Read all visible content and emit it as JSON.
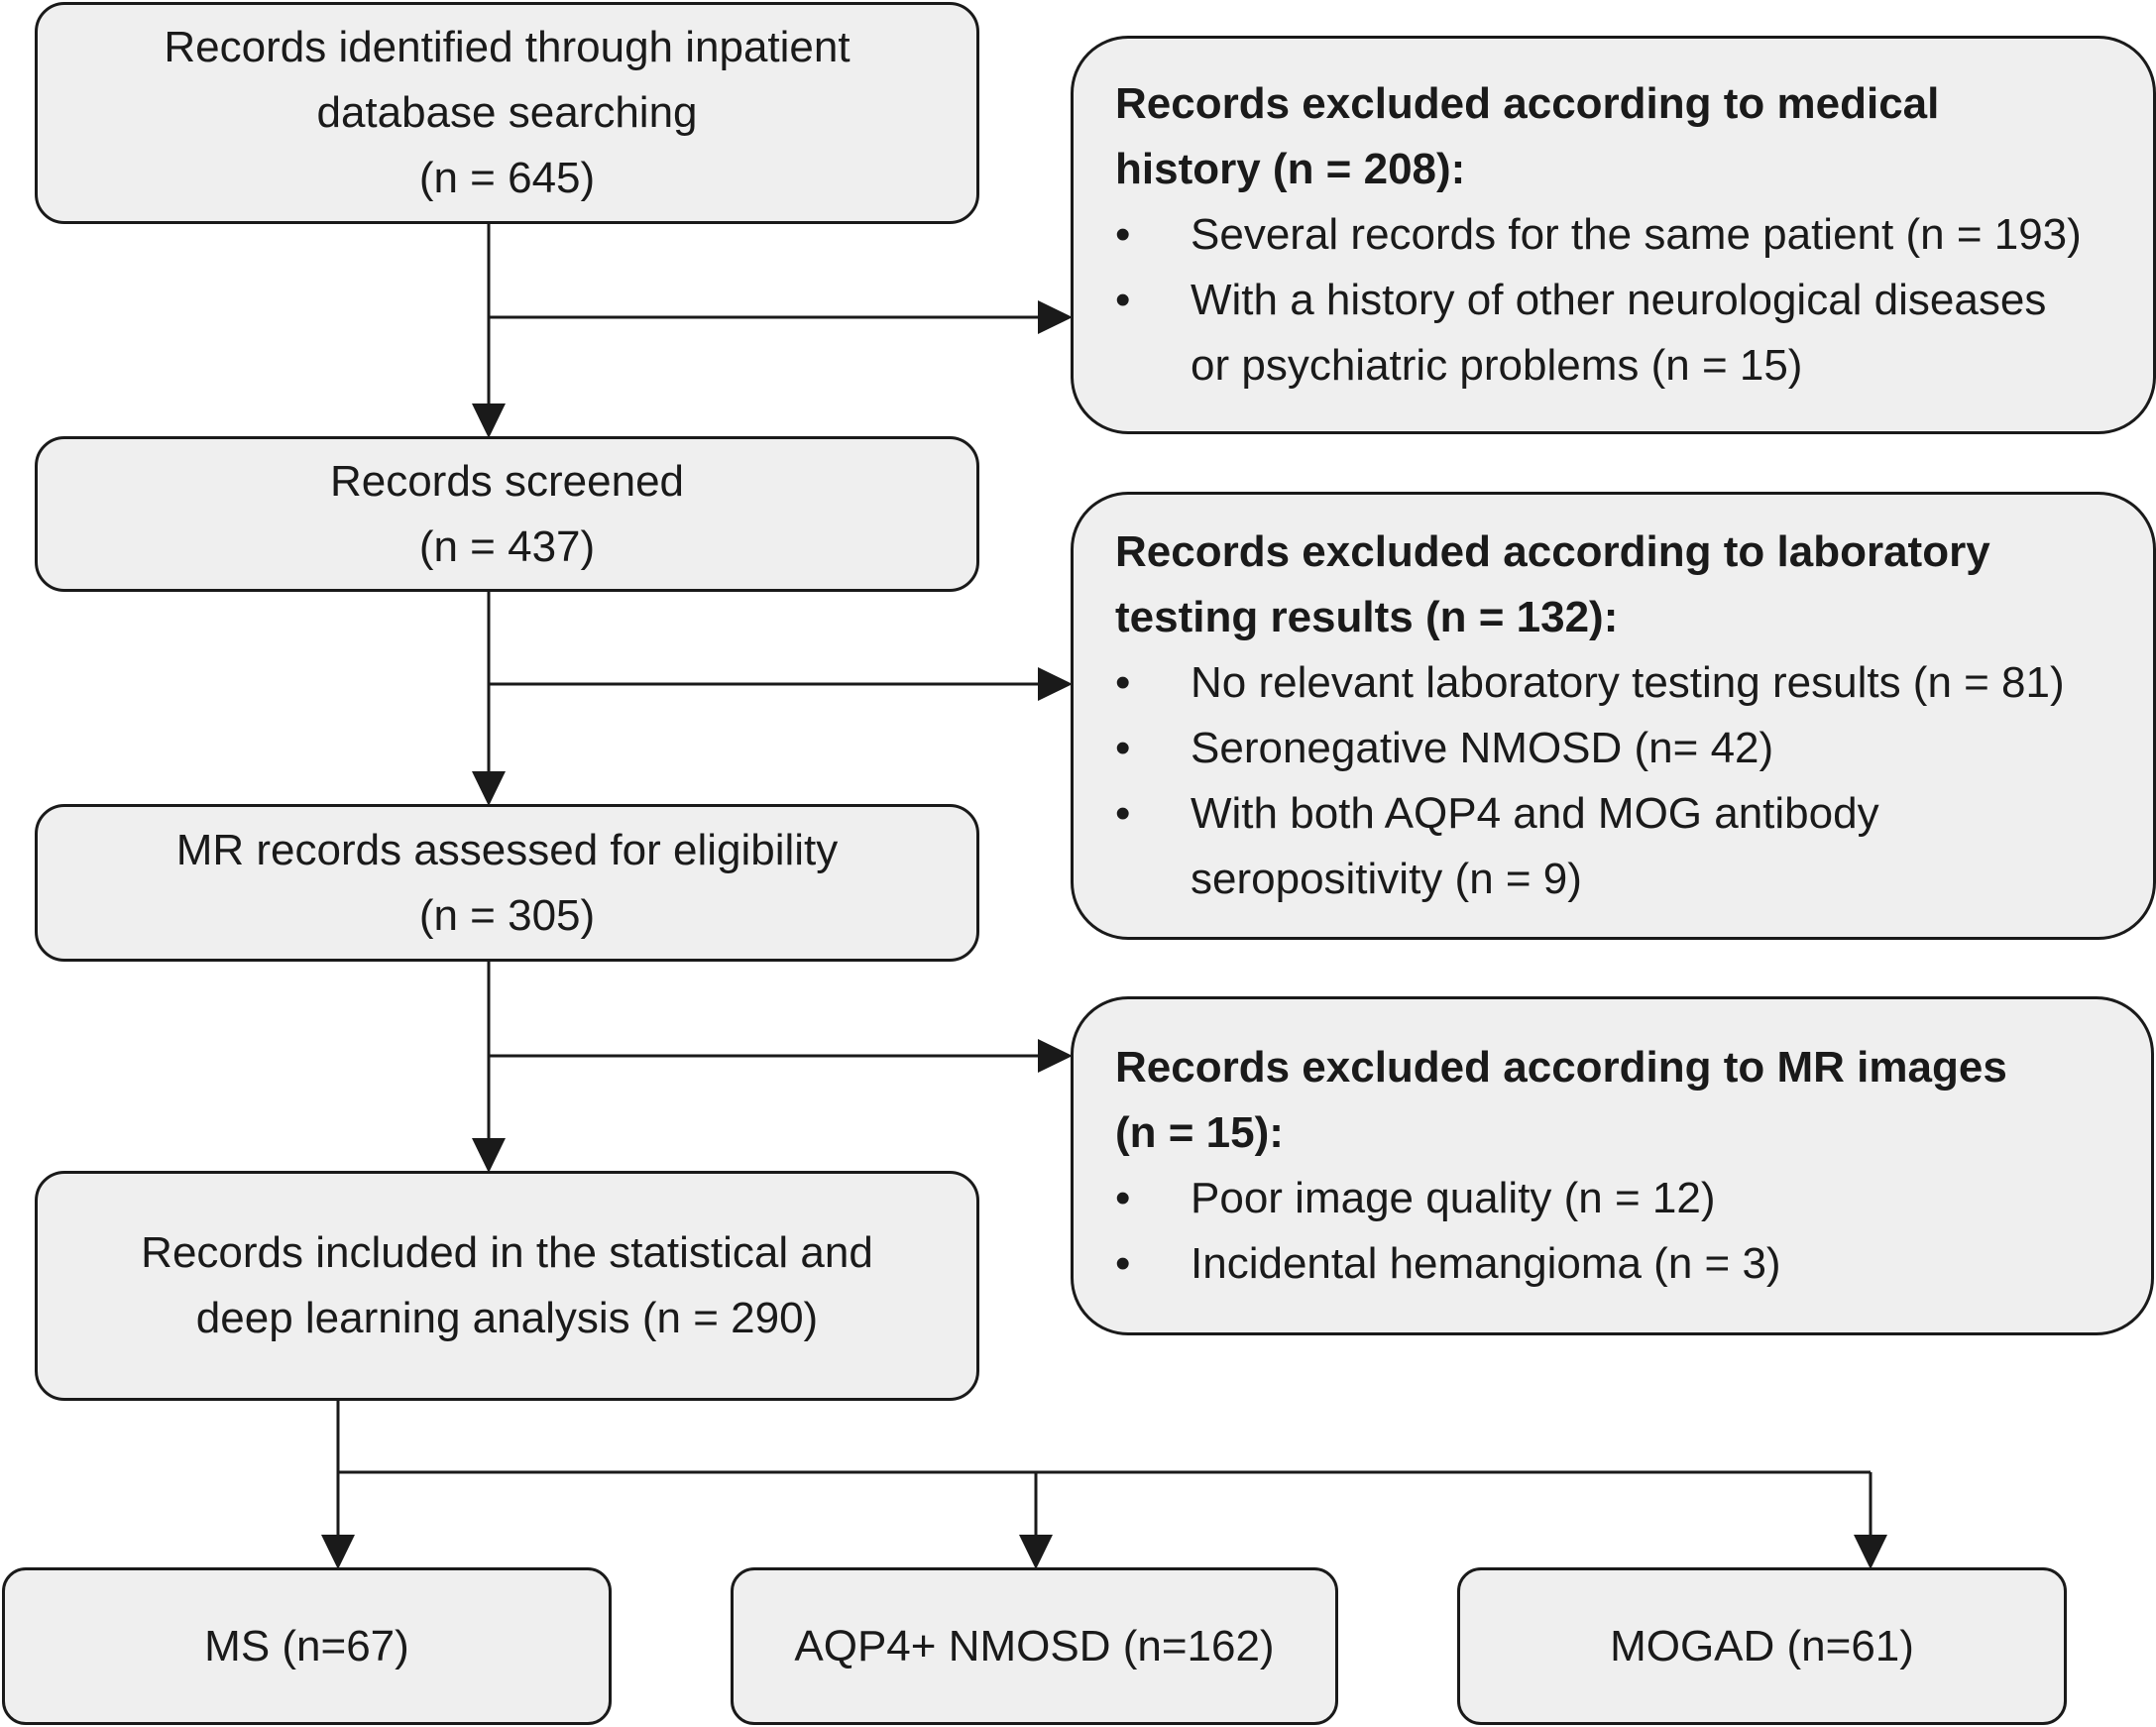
{
  "stages": {
    "identified": [
      "Records identified through inpatient",
      "database searching",
      "(n = 645)"
    ],
    "screened": [
      "Records screened",
      "(n = 437)"
    ],
    "assessed": [
      "MR records assessed for eligibility",
      "(n = 305)"
    ],
    "included": [
      "Records included in the statistical and",
      "deep learning analysis (n = 290)"
    ]
  },
  "exclusions": {
    "medical_history": {
      "title": [
        "Records excluded according to medical",
        "history (n = 208):"
      ],
      "items": [
        [
          "Several records for the same patient (n = 193)"
        ],
        [
          "With a history of other neurological diseases",
          "or psychiatric problems (n = 15)"
        ]
      ]
    },
    "laboratory": {
      "title": [
        "Records excluded according to laboratory",
        "testing results (n = 132):"
      ],
      "items": [
        [
          "No relevant  laboratory testing results (n = 81)"
        ],
        [
          "Seronegative NMOSD (n= 42)"
        ],
        [
          "With both AQP4 and MOG antibody",
          "seropositivity (n = 9)"
        ]
      ]
    },
    "mr_images": {
      "title": [
        "Records excluded according to MR images",
        "(n = 15):"
      ],
      "items": [
        [
          "Poor image quality (n = 12)"
        ],
        [
          "Incidental hemangioma (n = 3)"
        ]
      ]
    }
  },
  "bullet_symbol": "•",
  "groups": {
    "ms": "MS (n=67)",
    "nmosd": "AQP4+ NMOSD (n=162)",
    "mogad": "MOGAD (n=61)"
  },
  "colors": {
    "box_fill": "#efefef",
    "stroke": "#1a1a1a"
  }
}
